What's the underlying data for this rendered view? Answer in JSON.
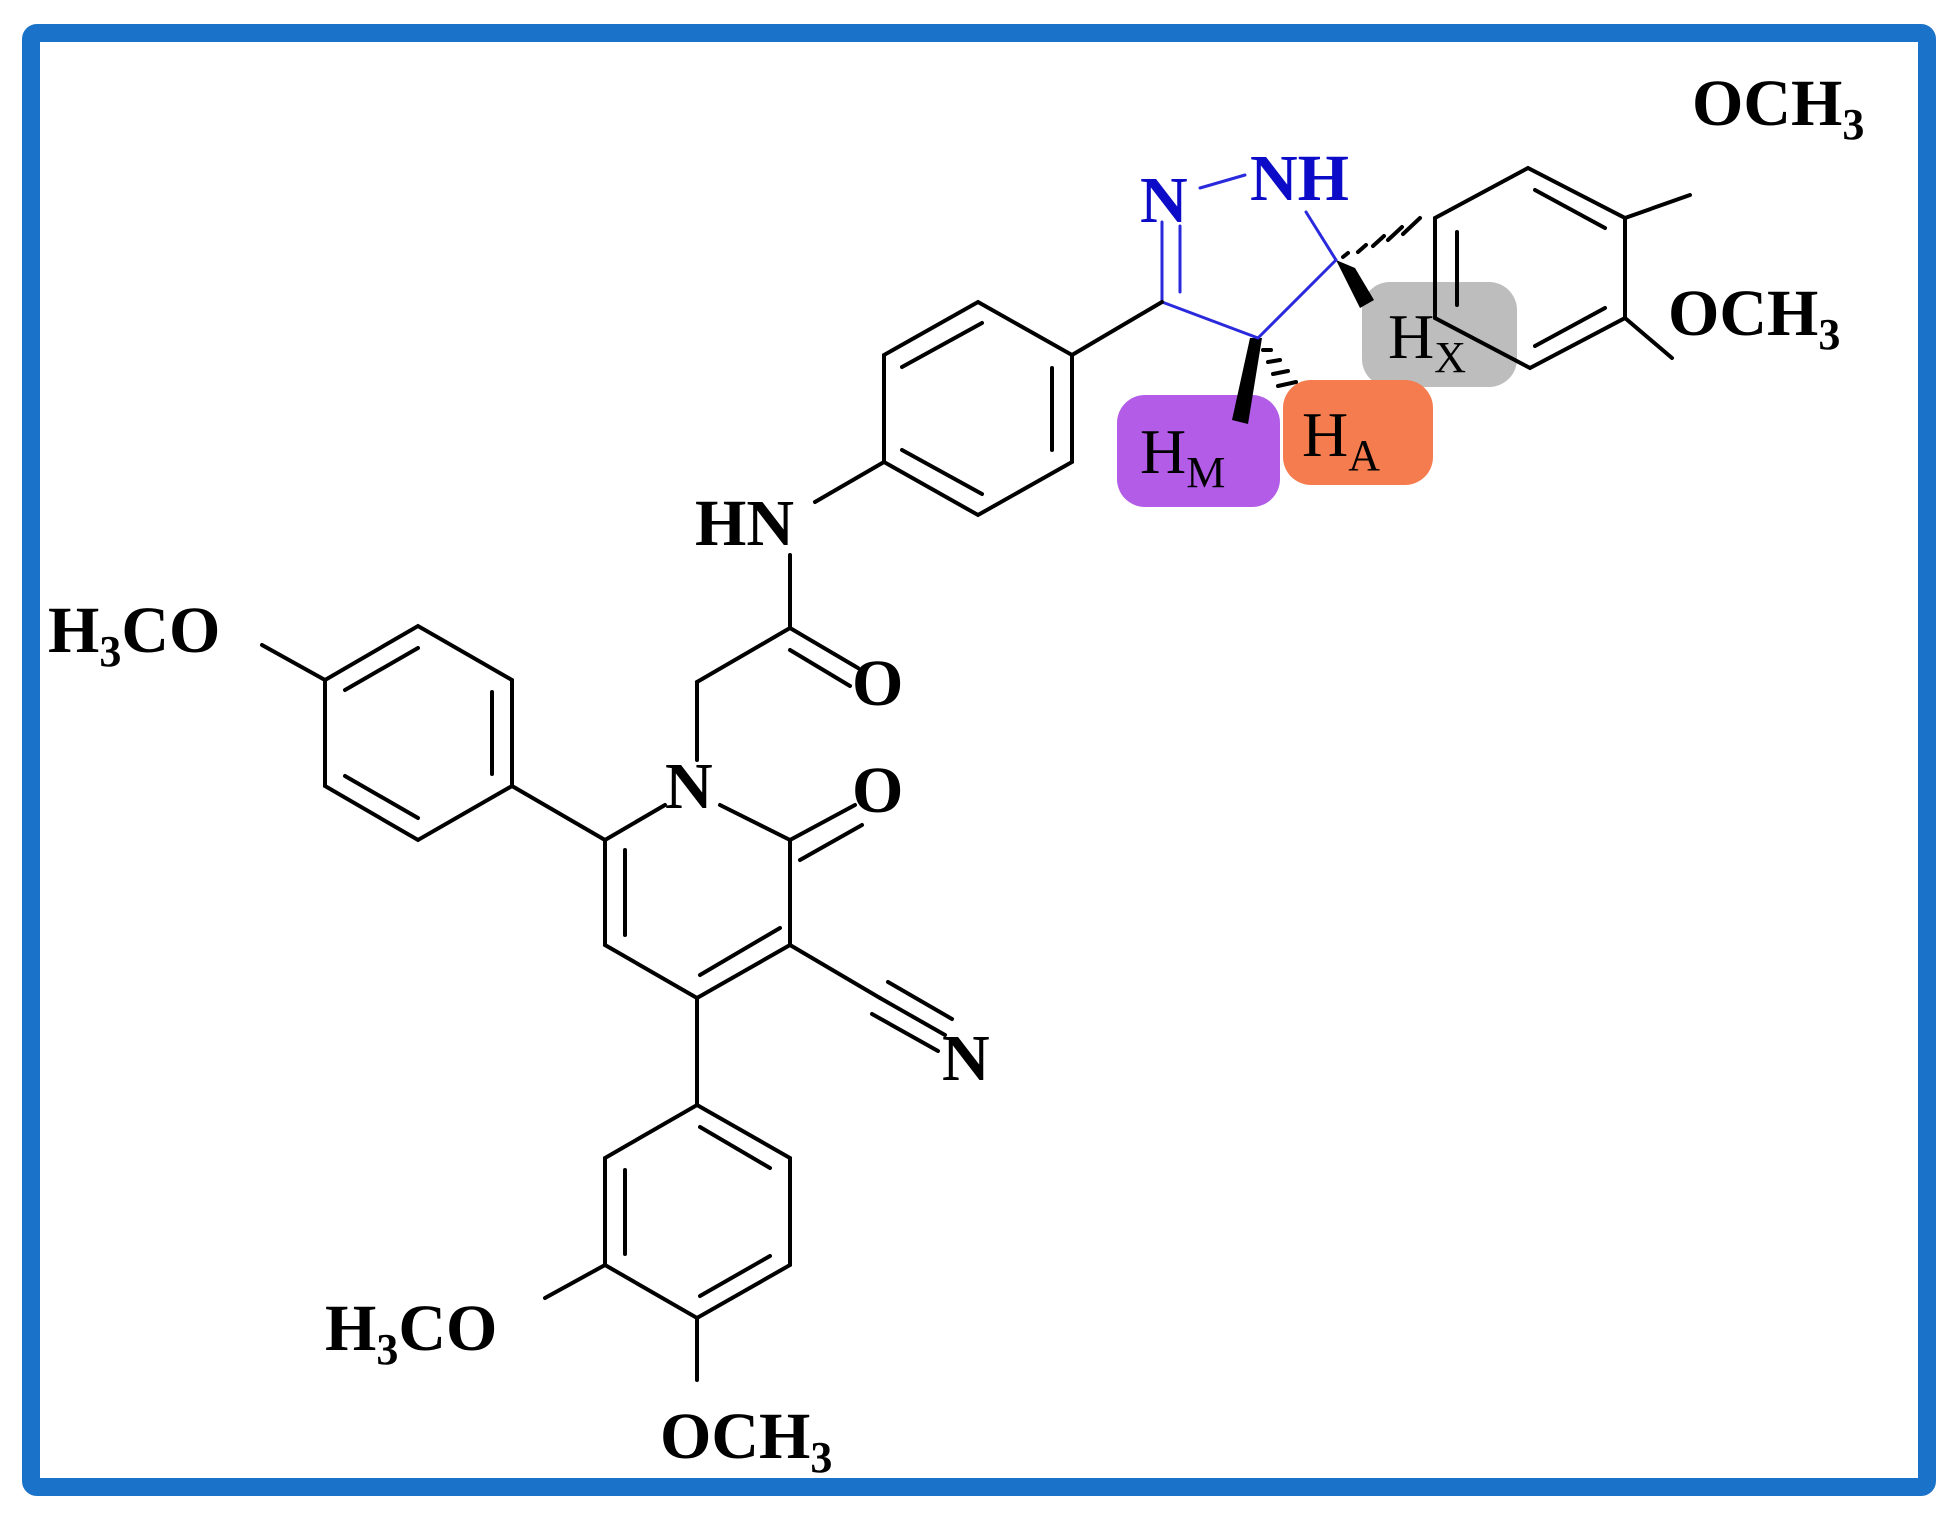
{
  "frame": {
    "border_color": "#1a73c8"
  },
  "labels": {
    "n_imine": "N",
    "nh": "NH",
    "hn_amide": "HN",
    "o_amide": "O",
    "o_pyridone": "O",
    "n_pyridone": "N",
    "n_nitrile": "N",
    "och3_a": {
      "main": "OCH",
      "sub": "3"
    },
    "och3_b": {
      "main": "OCH",
      "sub": "3"
    },
    "och3_c": {
      "main": "OCH",
      "sub": "3"
    },
    "h3co_a": {
      "pre": "H",
      "sub": "3",
      "post": "CO"
    },
    "h3co_b": {
      "pre": "H",
      "sub": "3",
      "post": "CO"
    },
    "h_x": {
      "main": "H",
      "sub": "X"
    },
    "h_a": {
      "main": "H",
      "sub": "A"
    },
    "h_m": {
      "main": "H",
      "sub": "M"
    }
  },
  "highlight_colors": {
    "h_x": "#bdbdbd",
    "h_a": "#f57c4e",
    "h_m": "#b25ce8"
  },
  "ring_colors": {
    "pyrazoline": "#2a2adc"
  }
}
